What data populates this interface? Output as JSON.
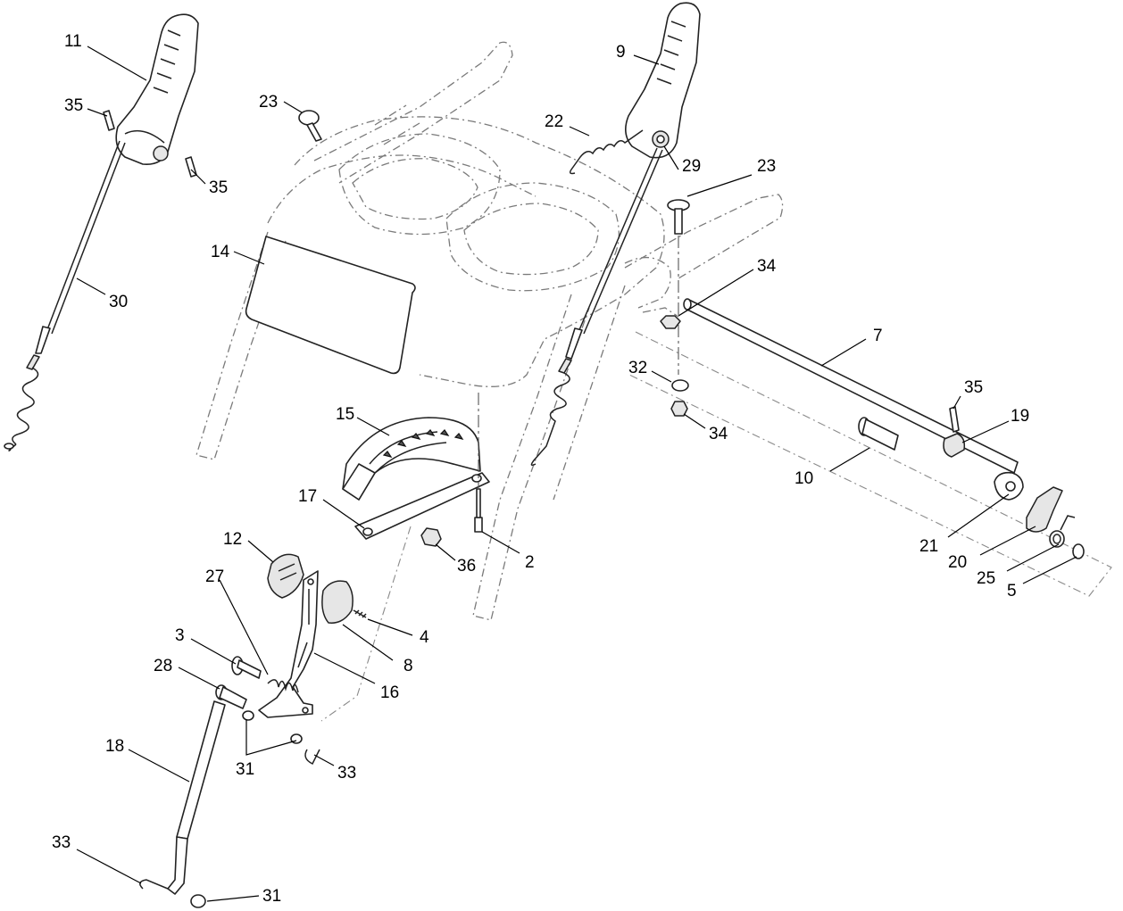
{
  "callouts": {
    "c11": "11",
    "c35a": "35",
    "c35b": "35",
    "c23a": "23",
    "c9": "9",
    "c22": "22",
    "c29": "29",
    "c23b": "23",
    "c14": "14",
    "c30": "30",
    "c34a": "34",
    "c7": "7",
    "c32": "32",
    "c34b": "34",
    "c35c": "35",
    "c19": "19",
    "c15": "15",
    "c10": "10",
    "c17": "17",
    "c21": "21",
    "c12": "12",
    "c36": "36",
    "c2": "2",
    "c20": "20",
    "c25": "25",
    "c5": "5",
    "c27": "27",
    "c4": "4",
    "c3": "3",
    "c8": "8",
    "c28": "28",
    "c16": "16",
    "c18": "18",
    "c31a": "31",
    "c33a": "33",
    "c33b": "33",
    "c31b": "31"
  }
}
